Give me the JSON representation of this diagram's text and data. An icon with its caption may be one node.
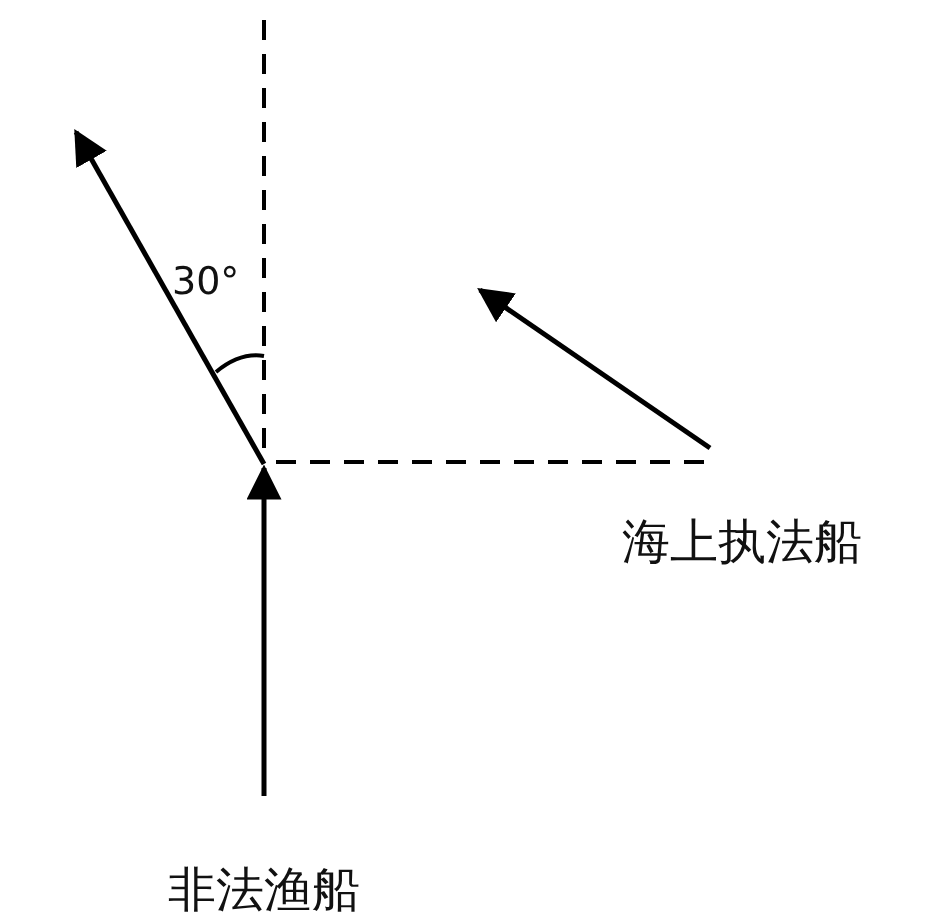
{
  "diagram": {
    "nodes": [
      {
        "text": [
          "非法渔船"
        ]
      },
      {
        "text": [
          "海上执法船"
        ]
      }
    ],
    "edges": [
      {
        "from": 0,
        "to": null,
        "arrow": "to"
      },
      {
        "from": 1,
        "to": null,
        "arrow": "to"
      }
    ],
    "labels": [
      "30°"
    ]
  }
}
